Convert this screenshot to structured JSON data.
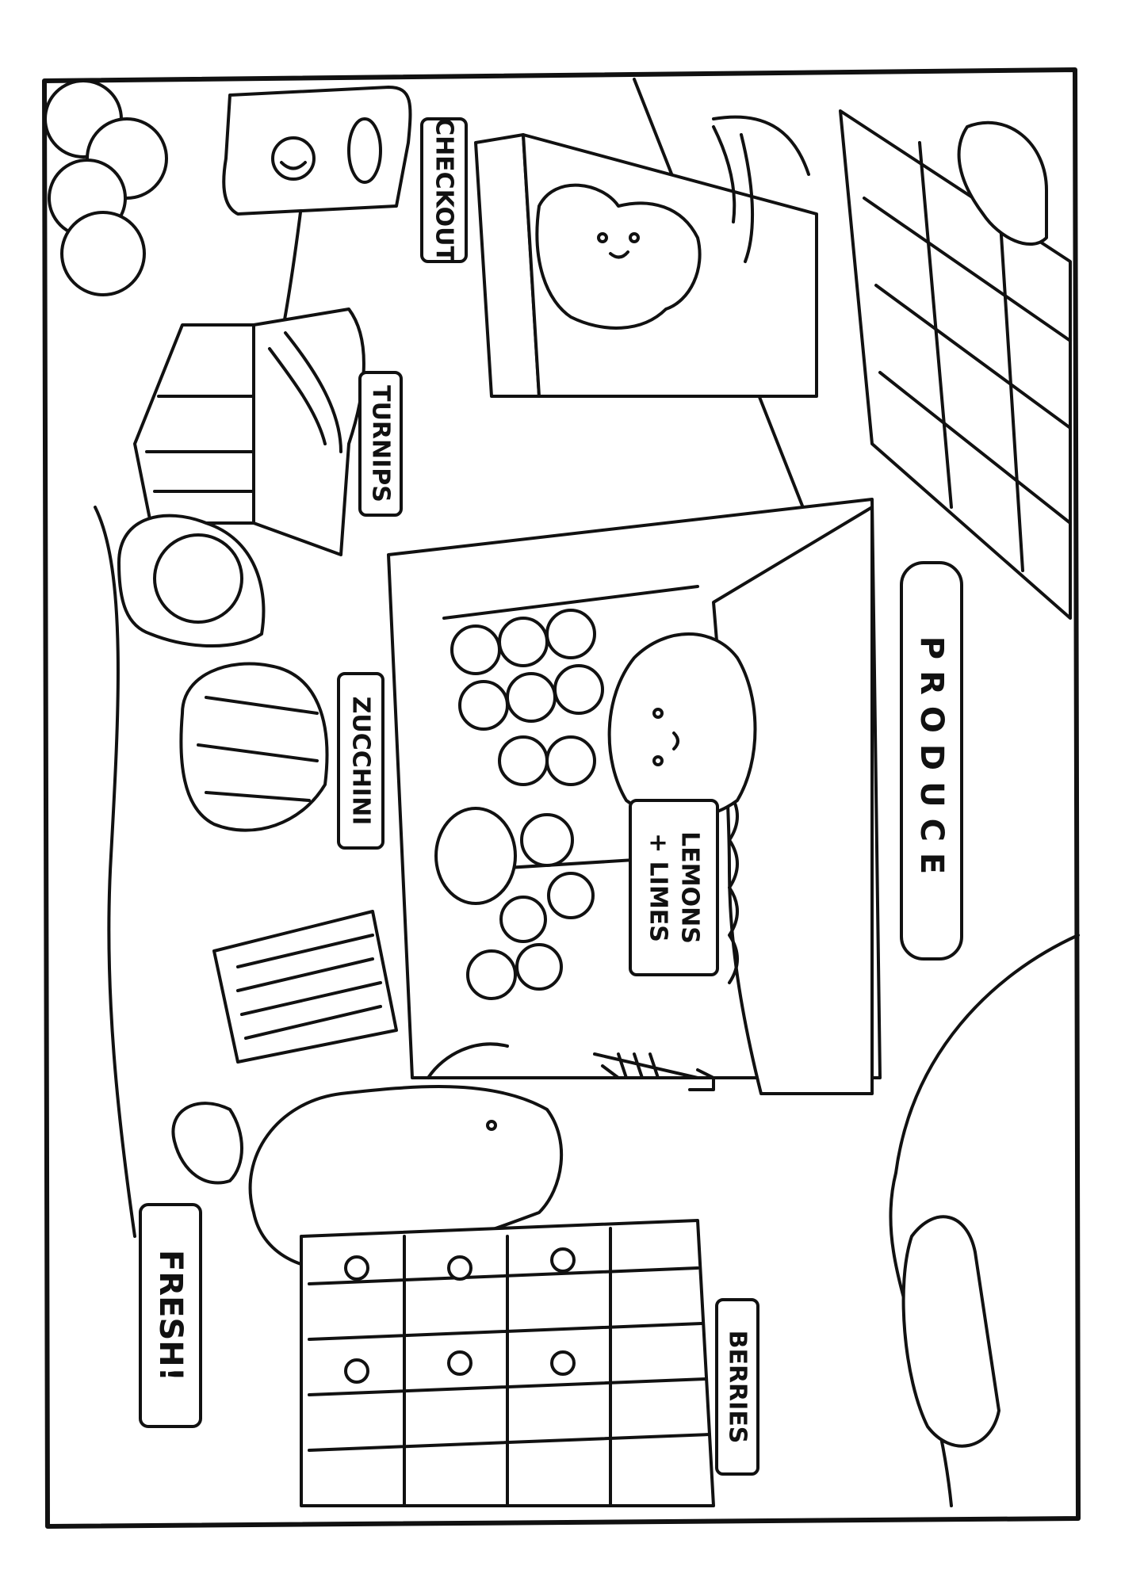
{
  "signs": {
    "checkout": "CHECKOUT",
    "turnips": "TURNIPS",
    "zucchini": "ZUCCHINI",
    "produce": "PRODUCE",
    "lemons": "LEMONS",
    "plus_limes": "+ LIMES",
    "fresh": "FRESH!",
    "berries": "BERRIES"
  },
  "colors": {
    "ink": "#111111",
    "paper": "#ffffff"
  },
  "orientation": "rotated-90-clockwise"
}
